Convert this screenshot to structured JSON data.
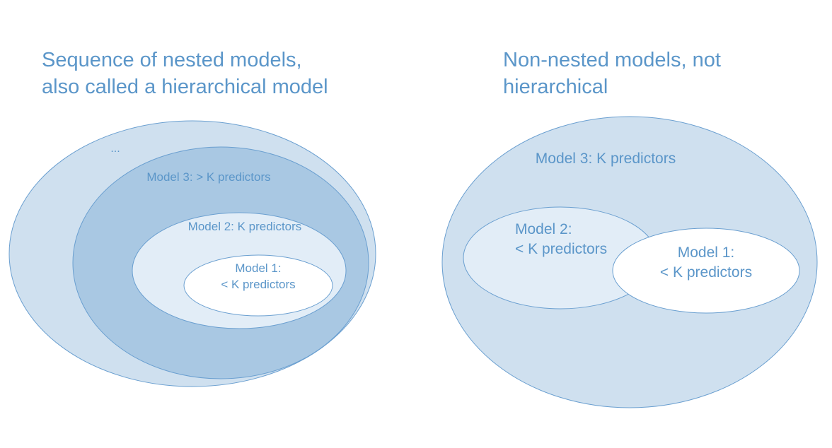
{
  "left_panel": {
    "title_line1": "Sequence of nested models,",
    "title_line2": "also called a hierarchical model",
    "outer_label": "...",
    "model3_label": "Model 3: > K predictors",
    "model2_label": "Model 2: K predictors",
    "model1_line1": "Model 1:",
    "model1_line2": "< K predictors"
  },
  "right_panel": {
    "title_line1": "Non-nested models, not",
    "title_line2": "hierarchical",
    "model3_label": "Model 3: K predictors",
    "model2_line1": "Model 2:",
    "model2_line2": "< K predictors",
    "model1_line1": "Model 1:",
    "model1_line2": "< K predictors"
  },
  "colors": {
    "title_text": "#5b96c9",
    "label_text": "#5b96c9",
    "stroke": "#6a9fd0",
    "outer_fill": "#cfe0ef",
    "band_fill": "#a9c8e3",
    "inner_fill": "#e2edf7",
    "core_fill": "#ffffff"
  }
}
